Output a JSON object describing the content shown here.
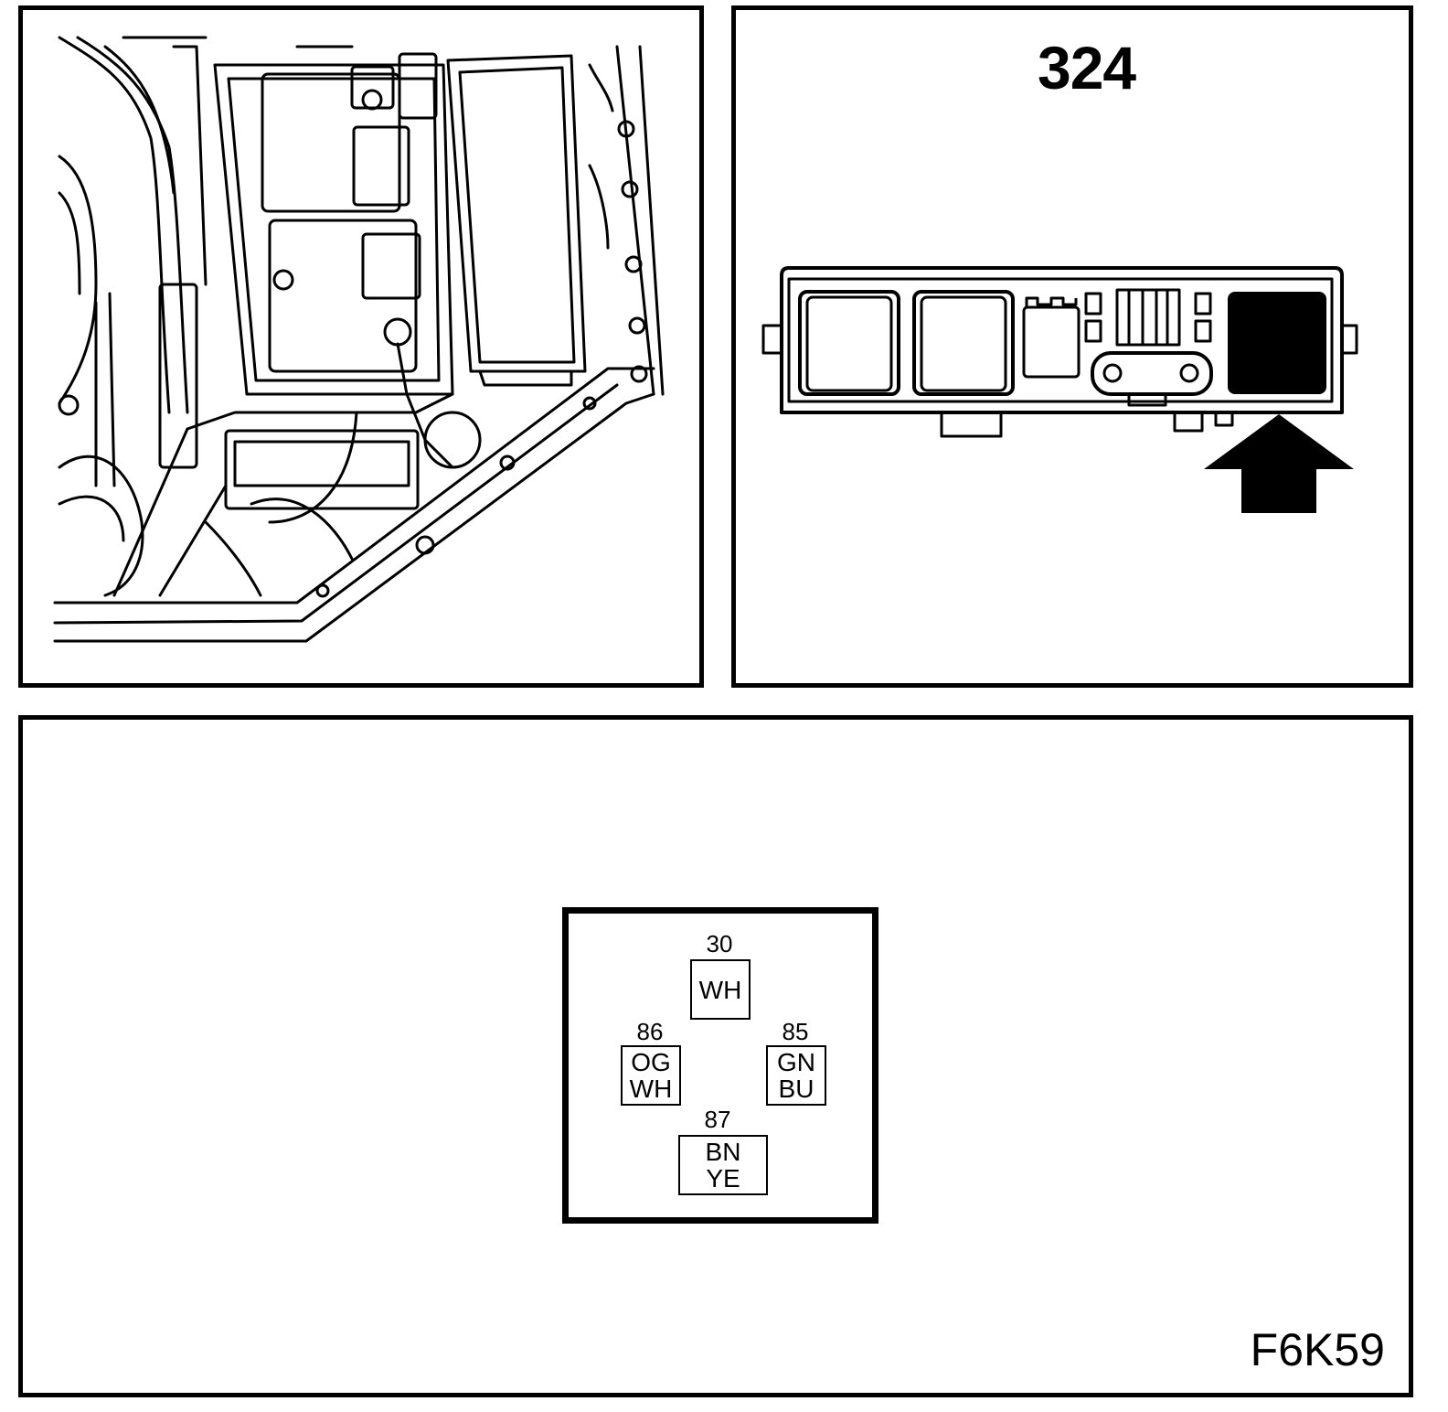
{
  "location_view": {
    "component_number": "324"
  },
  "pinout": {
    "figure_code": "F6K59",
    "terminals": [
      {
        "number": "30",
        "wire_color": [
          "WH"
        ]
      },
      {
        "number": "86",
        "wire_color": [
          "OG",
          "WH"
        ]
      },
      {
        "number": "85",
        "wire_color": [
          "GN",
          "BU"
        ]
      },
      {
        "number": "87",
        "wire_color": [
          "BN",
          "YE"
        ]
      }
    ]
  },
  "colors": {
    "line": "#000000",
    "background": "#ffffff"
  }
}
